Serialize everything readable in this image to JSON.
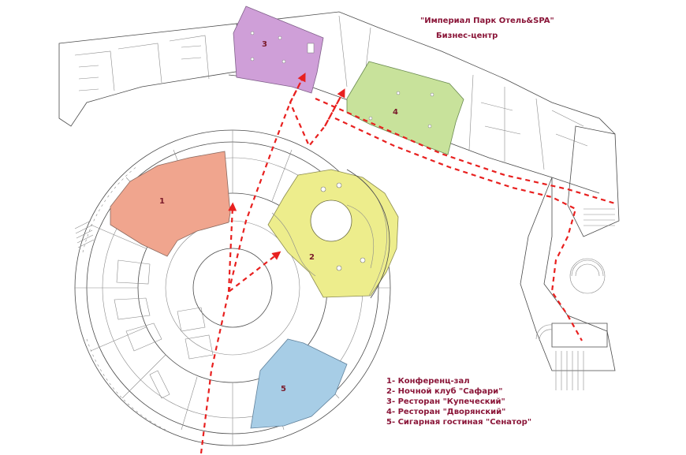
{
  "header": {
    "title": "\"Империал Парк Отель&SPA\"",
    "subtitle": "Бизнес-центр"
  },
  "zones": [
    {
      "number": "1",
      "color": "#f0a58e"
    },
    {
      "number": "2",
      "color": "#eded8c"
    },
    {
      "number": "3",
      "color": "#cf9fd8"
    },
    {
      "number": "4",
      "color": "#c8e29b"
    },
    {
      "number": "5",
      "color": "#a7cde6"
    }
  ],
  "legend": [
    "1- Конференц-зал",
    "2- Ночной клуб \"Сафари\"",
    "3- Ресторан \"Купеческий\"",
    "4- Ресторан \"Дворянский\"",
    "5- Сигарная гостиная \"Сенатор\""
  ],
  "colors": {
    "route": "#e8201f",
    "text": "#8a1538",
    "walls": "#4a4a4a"
  }
}
